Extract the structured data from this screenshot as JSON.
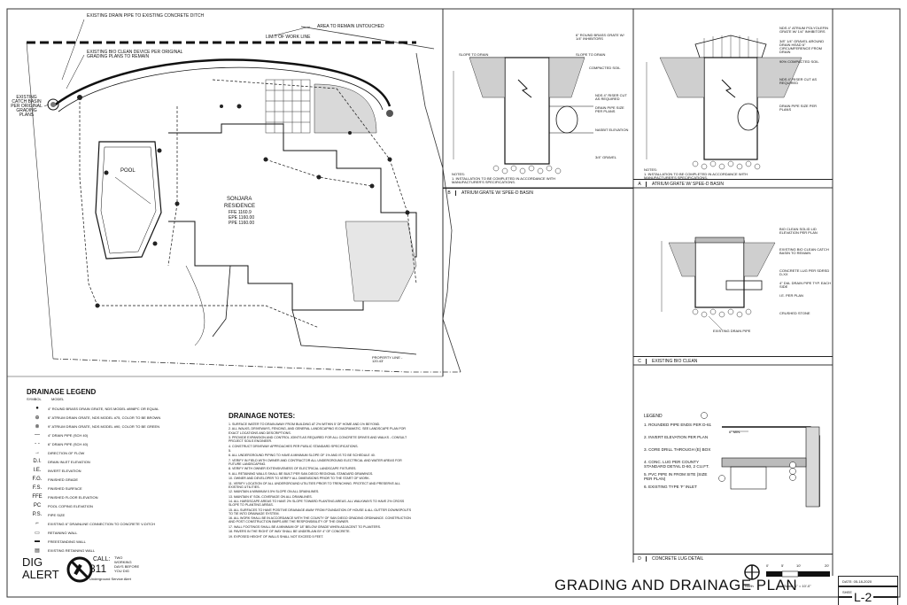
{
  "plan": {
    "callouts": [
      "EXISTING DRAIN PIPE TO EXISTING CONCRETE DITCH",
      "EXISTING BIO CLEAN DEVICE PER ORIGINAL GRADING PLANS TO REMAIN",
      "EXISTING CATCH BASIN PER ORIGINAL GRADING PLANS",
      "AREA TO REMAIN UNTOUCHED",
      "LIMIT OF WORK LINE",
      "POOL",
      "PROPERTY LINE - 120.43'"
    ],
    "residence": {
      "name": "SONJARA",
      "sub": "RESIDENCE",
      "ffe": "FFE 1160.9",
      "epe": "EPE 1160.00",
      "ppe": "PPE 1160.00"
    }
  },
  "legend": {
    "title": "DRAINAGE LEGEND",
    "col_symbol": "SYMBOL",
    "col_model": "MODEL",
    "items": [
      {
        "sym": "●",
        "text": "4\" ROUND BRASS DRAIN GRATE, NDS MODEL #898PC OR EQUAL"
      },
      {
        "sym": "⊕",
        "text": "6\" ATRIUM DRAIN GRATE, NDS MODEL #75, COLOR TO BE BROWN"
      },
      {
        "sym": "⊗",
        "text": "9\" ATRIUM DRAIN GRATE, NDS MODEL #90, COLOR TO BE GREEN"
      },
      {
        "sym": "—",
        "text": "4\" DRAIN PIPE (SCH 40)"
      },
      {
        "sym": "- -",
        "text": "6\" DRAIN PIPE (SCH 40)"
      },
      {
        "sym": "→",
        "text": "DIRECTION OF FLOW"
      },
      {
        "sym": "D.I.",
        "text": "DRAIN INLET ELEVATION"
      },
      {
        "sym": "I.E.",
        "text": "INVERT ELEVATION"
      },
      {
        "sym": "F.G.",
        "text": "FINISHED GRADE"
      },
      {
        "sym": "F.S.",
        "text": "FINISHED SURFACE"
      },
      {
        "sym": "FFE",
        "text": "FINISHED FLOOR ELEVATION"
      },
      {
        "sym": "PC",
        "text": "POOL COPING ELEVATION"
      },
      {
        "sym": "P.S.",
        "text": "PIPE SIZE"
      },
      {
        "sym": "⌐",
        "text": "EXISTING 6\" DRAINLINE CONNECTION TO CONCRETE V-DITCH"
      },
      {
        "sym": "▭",
        "text": "RETAINING WALL"
      },
      {
        "sym": "▬",
        "text": "FREESTANDING WALL"
      },
      {
        "sym": "▤",
        "text": "EXISTING RETAINING WALL"
      }
    ]
  },
  "dig_alert": {
    "line1": "DIG",
    "line2": "ALERT",
    "call": "CALL:",
    "number": "811",
    "msg1": "TWO",
    "msg2": "WORKING",
    "msg3": "DAYS BEFORE",
    "msg4": "YOU DIG",
    "footer": "Underground Service Alert"
  },
  "notes": {
    "title": "DRAINAGE NOTES:",
    "items": [
      "1.  SURFACE WATER TO DRAIN AWAY FROM BUILDING AT 2% WITHIN 5' OF HOME AND 1% BEYOND.",
      "2.  ALL WALKS, DRIVEWAYS, FENCING, AND GENERAL LANDSCAPING IS DIAGRAMATIC. SEE LANDSCAPE PLAN FOR EXACT LOCATIONS AND DESCRIPTIONS.",
      "3.  PROVIDE EXPANSION AND CONTROL JOINTS AS REQUIRED FOR ALL CONCRETE DRIVES AND WALKS - CONSULT PROJECT SOILS ENGINEER.",
      "4.  CONSTRUCT DRIVEWAY APPROACHES PER PUBLIC STANDARD SPECIFICATIONS.",
      "5.",
      "6.  ALL UNDERGROUND PIPING TO HAVE A MINIMUM SLOPE OF 1% AND IS TO BE SCHEDULE 40.",
      "7.  VERIFY IN FIELD WITH OWNER AND CONTRACTOR ALL UNDERGROUND ELECTRICAL AND WATER AREAS FOR FUTURE LANDSCAPING.",
      "8.  VERIFY WITH OWNER EXTENSIVENESS OF ELECTRICAL LANDSCAPE FIXTURES.",
      "9.  ALL RETAINING WALLS SHALL BE BUILT PER SAN DIEGO REGIONAL STANDARD DRAWINGS.",
      "10. OWNER AND DEVELOPER TO VERIFY ALL DIMENSIONS PRIOR TO THE START OF WORK.",
      "11. VERIFY LOCATION OF ALL UNDERGROUND UTILITIES PRIOR TO TRENCHING. PROTECT AND PRESERVE ALL EXISTING UTILITIES.",
      "12. MAINTAIN A MINIMUM 0.5% SLOPE ON ALL DRAINLINES.",
      "13. MAINTAIN 6\" SOIL COVERAGE ON ALL DRAINLINES.",
      "14. ALL HARDSCAPE AREAS TO HAVE 2% SLOPE TOWARD PLANTING AREAS. ALL WALKWAYS TO HAVE 2% CROSS SLOPE TO PLANTING AREAS.",
      "15. ALL SURFACES TO HAVE POSITIVE DRAINAGE AWAY FROM FOUNDATION OF HOUSE & ALL GUTTER DOWNSPOUTS TO TIE INTO DRAINAGE SYSTEM.",
      "16. ALL WORK SHALL BE IN ACCORDANCE WITH THE COUNTY OF SAN DIEGO GRADING ORDINANCE. CONSTRUCTION AND POST CONSTRUCTION BMPS ARE THE RESPONSIBILITY OF THE OWNER.",
      "17. WALL FOOTINGS SHALL BE A MINIMUM OF 18\" BELOW GRADE WHEN ADJACENT TO PLANTERS.",
      "18. PAVERS IN THE RIGHT OF WAY SHALL BE UNDERLAIN BY 4\" OF CONCRETE.",
      "19. EXPOSED HEIGHT OF WALLS SHALL NOT EXCEED 5 FEET."
    ]
  },
  "details": {
    "b": {
      "letter": "B",
      "title": "ATRIUM GRATE W/ SPEE-D BASIN",
      "labels": [
        "6\" ROUND BRASS GRATE W/ 1/4\" INHIBITORS",
        "SLOPE TO DRAIN",
        "SLOPE TO DRAIN",
        "COMPACTED SOIL",
        "NDS 4\" RISER CUT AS REQUIRED",
        "DRAIN PIPE SIZE PER PLANS",
        "NASBIT ELEVATION",
        "3/4\" GRAVEL"
      ],
      "note_title": "NOTES:",
      "note": "1. INSTALLATION TO BE COMPLETED IN ACCORDANCE WITH MANUFACTURER'S SPECIFICATIONS."
    },
    "a": {
      "letter": "A",
      "title": "ATRIUM GRATE W/ SPEE-D BASIN",
      "labels": [
        "NDS 4\" ATRIUM POLYOLEFIN GRATE W/ 1/4\" INHIBITORS",
        "3/8\" 1/4\" GRAVEL AROUND DRAIN HEAD 6\" CIRCUMFERENCE FROM DRAIN",
        "90% COMPACTED SOIL",
        "NDS 4\" RISER CUT AS REQUIRED",
        "DRAIN PIPE SIZE PER PLANS"
      ],
      "note_title": "NOTES:",
      "note": "1. INSTALLATION TO BE COMPLETED IN ACCORDANCE WITH MANUFACTURER'S SPECIFICATIONS."
    },
    "c": {
      "letter": "C",
      "title": "EXISTING BIO CLEAN",
      "labels": [
        "BIO CLEAN SOLID LID ELEVATION PER PLAN",
        "EXISTING BIO CLEAN CATCH BASIN TO REMAIN",
        "CONCRETE LUG PER SDRSD D-XX",
        "4\" DIA. DRAIN PIPE TYP. EACH SIDE",
        "I.E. PER PLAN",
        "CRUSHED STONE",
        "EXISTING DRAIN PIPE"
      ]
    },
    "d": {
      "letter": "D",
      "title": "CONCRETE LUG DETAIL",
      "legend_title": "LEGEND",
      "legend": [
        "1.  ROUNDED PIPE ENDS PER D-61",
        "2.  INVERT ELEVATION PER PLAN",
        "3.  CORE DRILL THROUGH (E) BOX",
        "4.  CONC. LUG PER COUNTY STANDARD DETAIL D-60, 2 CU.FT.",
        "5.  PVC PIPE IN FROM SITE (SIZE PER PLAN)",
        "6.  EXISTING TYPE 'F' INLET"
      ],
      "dim": "6\" MIN."
    }
  },
  "north": {
    "label": "North",
    "scale": "Scale: 1\" = 10'-0\"",
    "ticks": [
      "0'",
      "5'",
      "10'",
      "20'"
    ]
  },
  "title_block": {
    "title": "GRADING AND DRAINAGE PLAN",
    "date": "DATE: 05-18-2020",
    "sheet_label": "SHEET NUMBER",
    "sheet": "L-2"
  }
}
